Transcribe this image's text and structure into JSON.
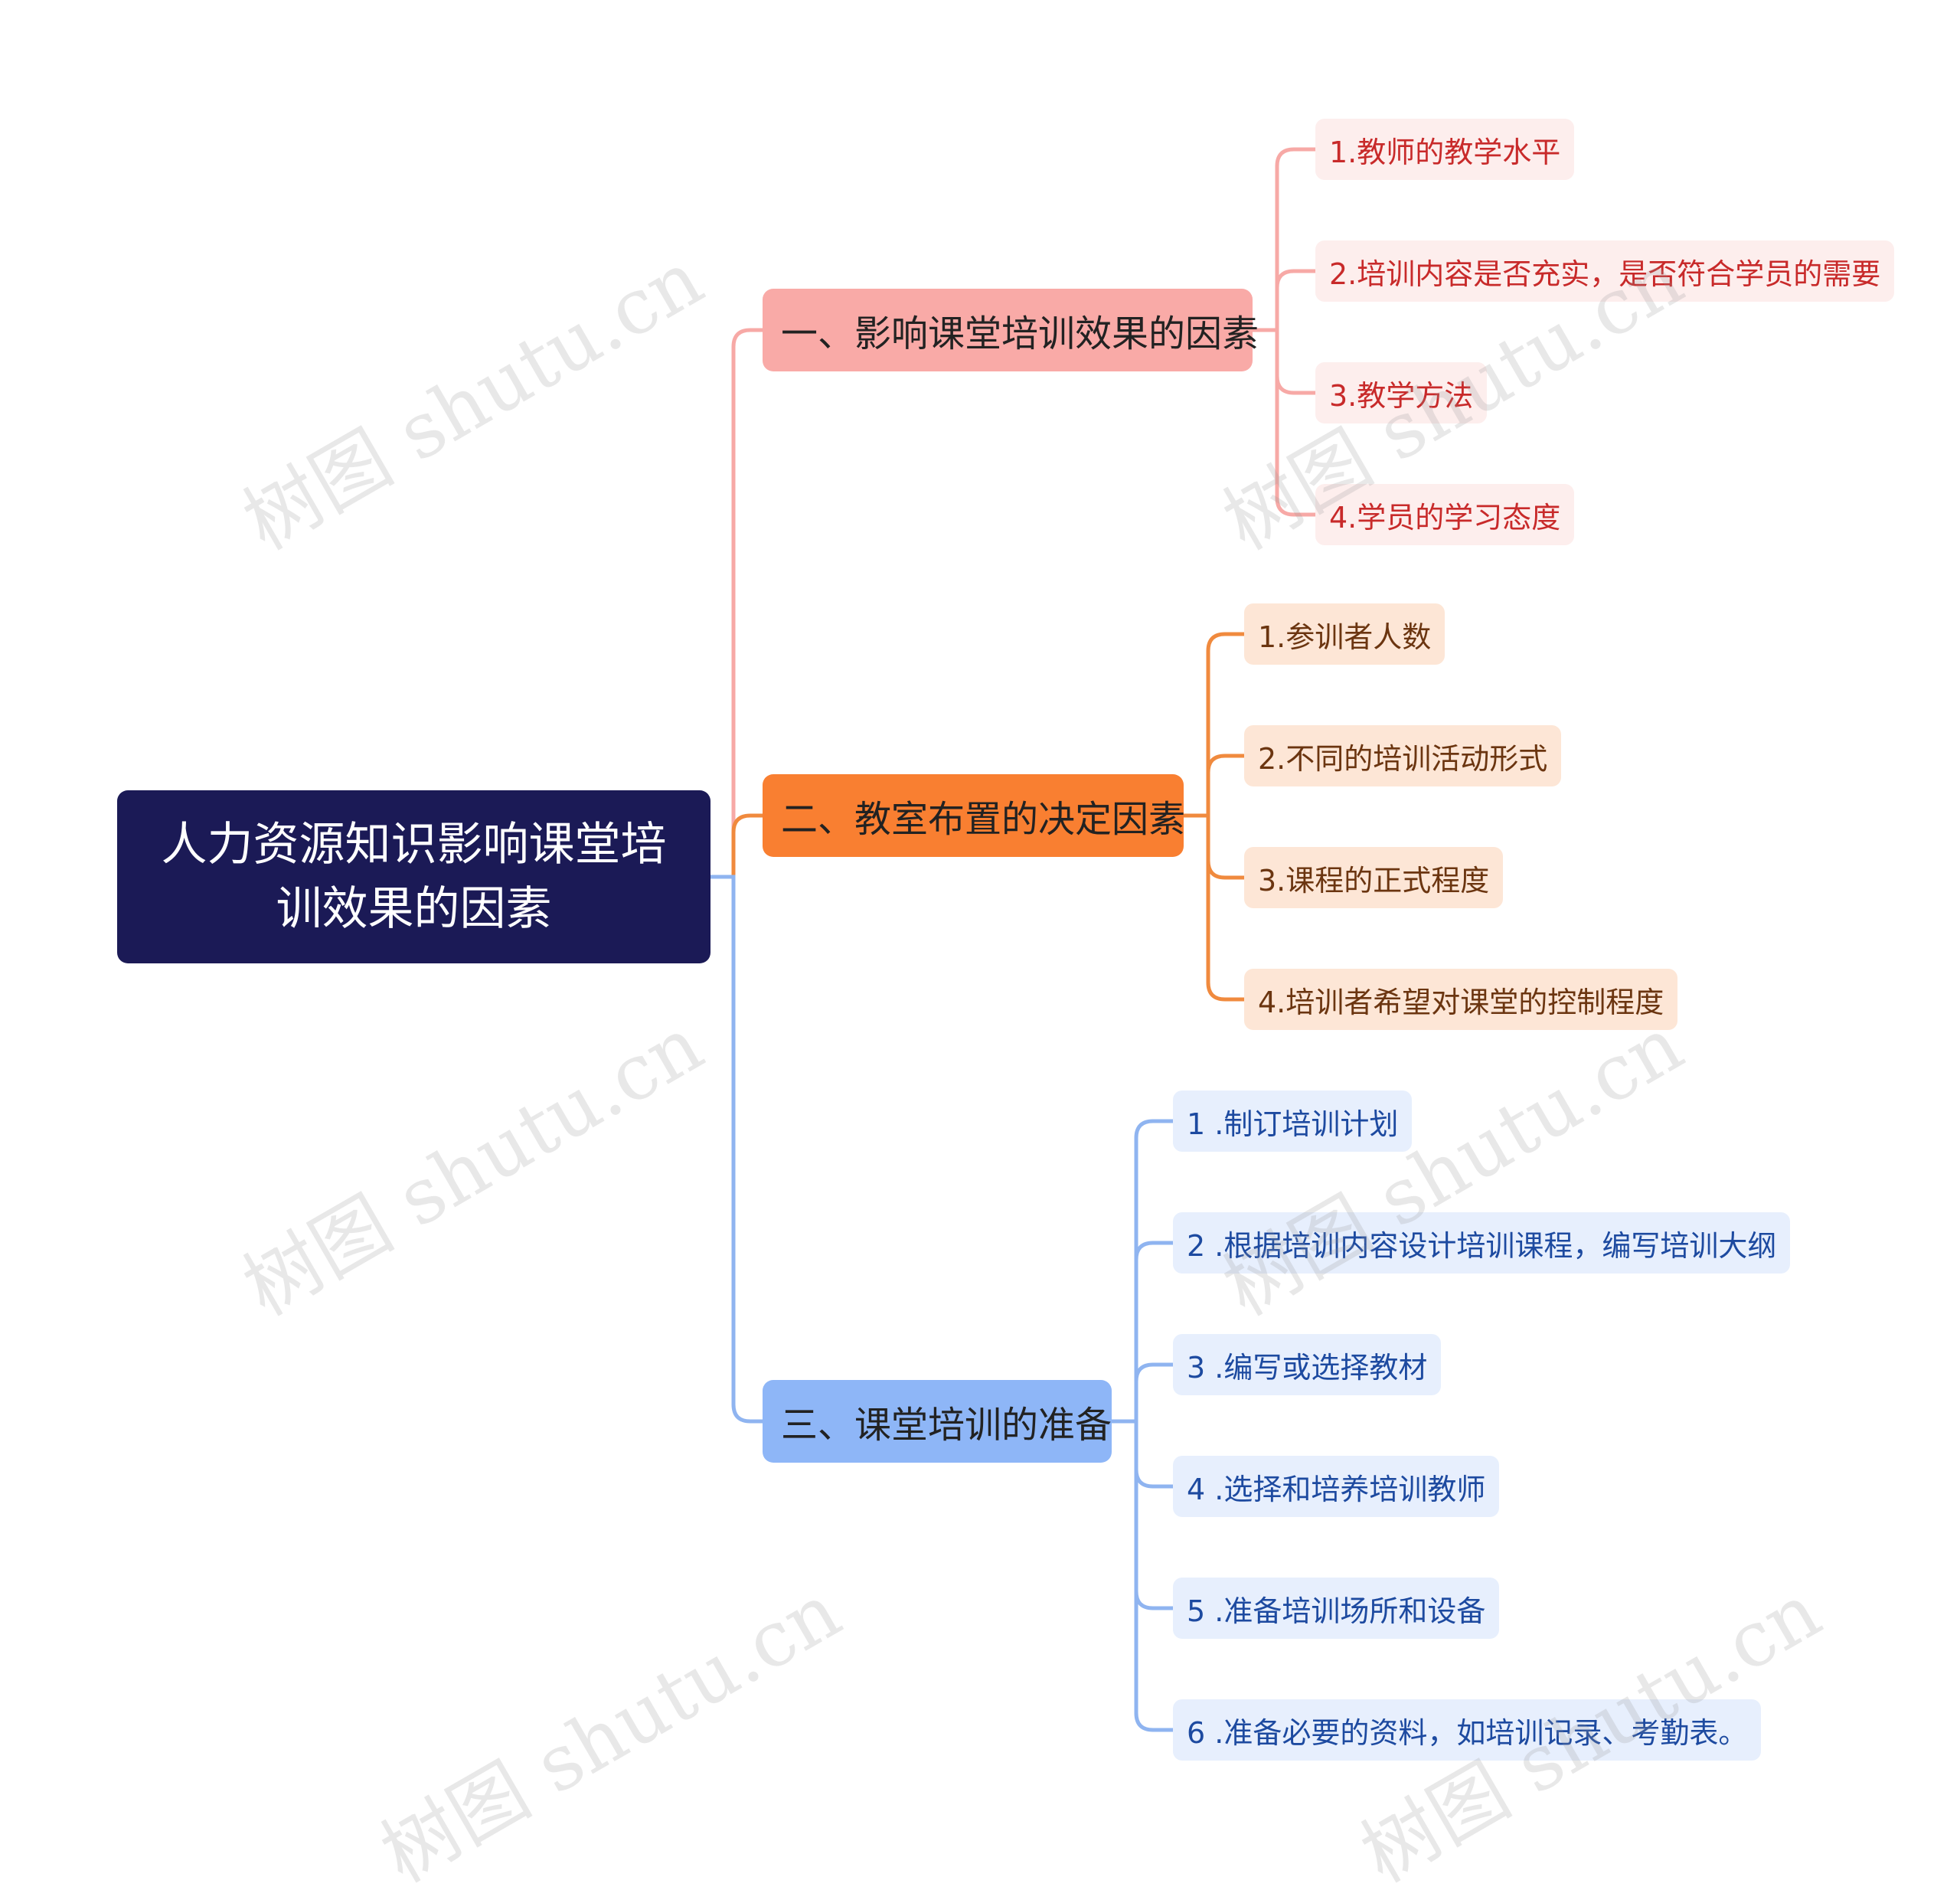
{
  "mindmap": {
    "root": {
      "text": "人力资源知识影响课堂培训效果的因素"
    },
    "branches": [
      {
        "title": "一、影响课堂培训效果的因素",
        "color": "#f9aaa7",
        "line_color": "#f7a9a6",
        "children": [
          "1.教师的教学水平",
          "2.培训内容是否充实，是否符合学员的需要",
          "3.教学方法",
          "4.学员的学习态度"
        ]
      },
      {
        "title": "二、教室布置的决定因素",
        "color": "#f97f31",
        "line_color": "#f08a3e",
        "children": [
          "1.参训者人数",
          "2.不同的培训活动形式",
          "3.课程的正式程度",
          "4.培训者希望对课堂的控制程度"
        ]
      },
      {
        "title": "三、课堂培训的准备",
        "color": "#8eb6f7",
        "line_color": "#8fb4f0",
        "children": [
          "1 .制订培训计划",
          "2 .根据培训内容设计培训课程，编写培训大纲",
          "3 .编写或选择教材",
          "4 .选择和培养培训教师",
          "5 .准备培训场所和设备",
          "6 .准备必要的资料，如培训记录、考勤表。"
        ]
      }
    ]
  },
  "watermark": "树图 shutu.cn"
}
